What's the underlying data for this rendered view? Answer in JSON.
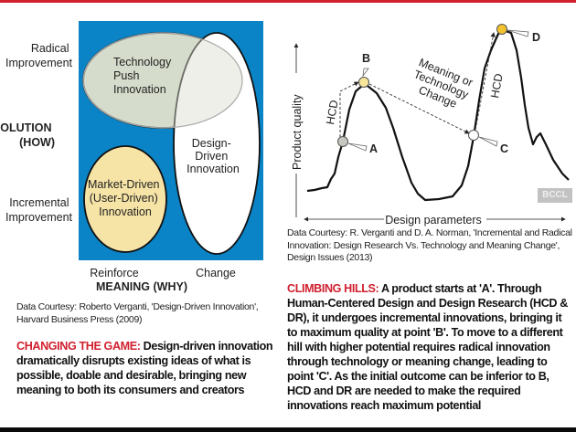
{
  "left_diagram": {
    "y_axis": {
      "title_line1": "SOLUTION",
      "title_line2": "(HOW)",
      "top_line1": "Radical",
      "top_line2": "Improvement",
      "bottom_line1": "Incremental",
      "bottom_line2": "Improvement"
    },
    "x_axis": {
      "title": "MEANING (WHY)",
      "left": "Reinforce",
      "right": "Change"
    },
    "regions": [
      {
        "lines": [
          "Technology",
          "Push",
          "Innovation"
        ],
        "color": "#d6dccb"
      },
      {
        "lines": [
          "Design-",
          "Driven",
          "Innovation"
        ],
        "color": "#ffffff"
      },
      {
        "lines": [
          "Market-Driven",
          "(User-Driven)",
          "Innovation"
        ],
        "color": "#f6e3a6"
      }
    ],
    "background_color": "#0a84c6",
    "credit": "Data Courtesy: Roberto Verganti, 'Design-Driven Innovation', Harvard Business Press (2009)",
    "heading": "CHANGING THE GAME:",
    "body": "Design-driven innovation dramatically disrupts existing ideas of what is possible, doable and desirable, bringing new meaning to both its consumers and creators"
  },
  "right_diagram": {
    "y_label": "Product quality",
    "x_label": "Design parameters",
    "points": [
      {
        "label": "A",
        "color": "#c8c8c0"
      },
      {
        "label": "B",
        "color": "#f7e59a"
      },
      {
        "label": "C",
        "color": "#ffffff"
      },
      {
        "label": "D",
        "color": "#f2c230"
      }
    ],
    "hcd_label": "HCD",
    "change_lines": [
      "Meaning or",
      "Technology",
      "Change"
    ],
    "credit": "Data Courtesy: R. Verganti and D. A. Norman, 'Incremental and Radical Innovation: Design Research Vs. Technology and Meaning Change', Design Issues (2013)",
    "heading": "CLIMBING HILLS:",
    "body": "A product starts at 'A'. Through Human-Centered Design and Design Research (HCD & DR), it undergoes incremental innovations, bringing it to maximum quality at point 'B'. To move to a different hill with higher potential requires radical innovation through technology or meaning change, leading to point 'C'. As the initial outcome can be inferior to B, HCD and DR are needed to make the required innovations reach maximum potential"
  },
  "watermark": "BCCL"
}
